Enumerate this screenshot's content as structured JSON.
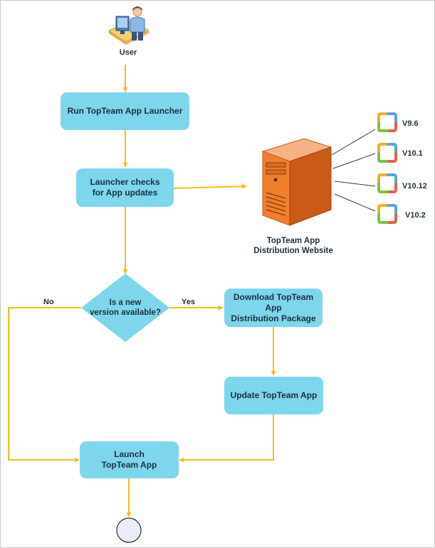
{
  "colors": {
    "process_fill": "#7dd6eb",
    "connector": "#f7be16",
    "text": "#1b2f3e",
    "server_body": "#e87b2a",
    "end_fill": "#e9edf8"
  },
  "icons": {
    "user": "user-at-computer-icon",
    "server": "server-tower-icon",
    "version": "refresh-cycle-icon"
  },
  "user": {
    "label": "User"
  },
  "steps": {
    "run_launcher": "Run  TopTeam App Launcher",
    "check_updates": "Launcher checks\nfor App updates",
    "download": "Download TopTeam App\nDistribution Package",
    "update": "Update TopTeam App",
    "launch": "Launch\nTopTeam App"
  },
  "decision": {
    "question": "Is a new\nversion available?",
    "yes_label": "Yes",
    "no_label": "No"
  },
  "server": {
    "label": "TopTeam App\nDistribution Website"
  },
  "versions": [
    "V9.6",
    "V10.1",
    "V10.12",
    "V10.2"
  ]
}
